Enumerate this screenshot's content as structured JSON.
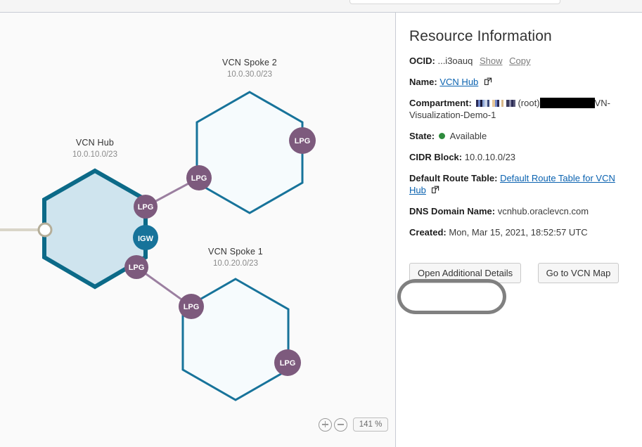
{
  "topbar": {
    "search_box": ""
  },
  "canvas": {
    "nodes": [
      {
        "name": "vcn-hub",
        "title": "VCN Hub",
        "cidr": "10.0.10.0/23"
      },
      {
        "name": "vcn-spoke-2",
        "title": "VCN Spoke 2",
        "cidr": "10.0.30.0/23"
      },
      {
        "name": "vcn-spoke-1",
        "title": "VCN Spoke 1",
        "cidr": "10.0.20.0/23"
      }
    ],
    "gateways": {
      "lpg_label": "LPG",
      "igw_label": "IGW"
    },
    "colors": {
      "hub_stroke": "#0c6a88",
      "hub_fill": "#cfe4ee",
      "spoke_stroke": "#17739a",
      "spoke_fill": "#f6fbfd",
      "lpg": "#7d5a7d",
      "igw": "#17739a",
      "link": "#9b7fa0",
      "canvas_bg": "#fafafa"
    },
    "zoom": {
      "zoom_in_label": "+",
      "zoom_out_label": "−",
      "level": "141 %"
    }
  },
  "panel": {
    "title": "Resource Information",
    "fields": {
      "ocid": {
        "label": "OCID:",
        "value": "...i3oauq",
        "show_link": "Show",
        "copy_link": "Copy"
      },
      "name": {
        "label": "Name:",
        "value": "VCN Hub"
      },
      "compartment": {
        "label": "Compartment:",
        "root_text": "(root)",
        "value_tail": "VN-Visualization-Demo-1"
      },
      "state": {
        "label": "State:",
        "value": "Available",
        "dot_color": "#2e8b3d"
      },
      "cidr_block": {
        "label": "CIDR Block:",
        "value": "10.0.10.0/23"
      },
      "default_route_table": {
        "label": "Default Route Table:",
        "value": "Default Route Table for VCN Hub"
      },
      "dns_domain_name": {
        "label": "DNS Domain Name:",
        "value": "vcnhub.oraclevcn.com"
      },
      "created": {
        "label": "Created:",
        "value": "Mon, Mar 15, 2021, 18:52:57 UTC"
      }
    },
    "buttons": {
      "open_additional_details": "Open Additional Details",
      "go_to_vcn_map": "Go to VCN Map"
    }
  }
}
